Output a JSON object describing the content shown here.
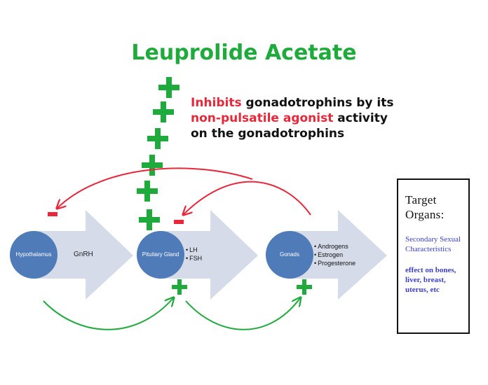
{
  "title": "Leuprolide Acetate",
  "description": {
    "part1": "Inhibits",
    "part2": " gonadotrophins by its ",
    "part3": "non-pulsatile agonist",
    "part4": " activity on the gonadotrophins"
  },
  "nodes": {
    "hypothalamus": "Hypothalamus",
    "pituitary": "Pituitary Gland",
    "gonads": "Gonads"
  },
  "hormones": {
    "hypothalamus": "GnRH",
    "pituitary": [
      "LH",
      "FSH"
    ],
    "gonads": [
      "Androgens",
      "Estrogen",
      "Progesterone"
    ]
  },
  "target": {
    "title": "Target Organs:",
    "secondary": "Secondary Sexual Characteristics",
    "effect": "effect on bones, liver, breast, uterus, etc"
  },
  "colors": {
    "green": "#1faa3c",
    "red": "#e8283a",
    "circle": "#4f7bb9",
    "arrow": "#d5dbe8",
    "blue_text": "#3b3fc4"
  }
}
